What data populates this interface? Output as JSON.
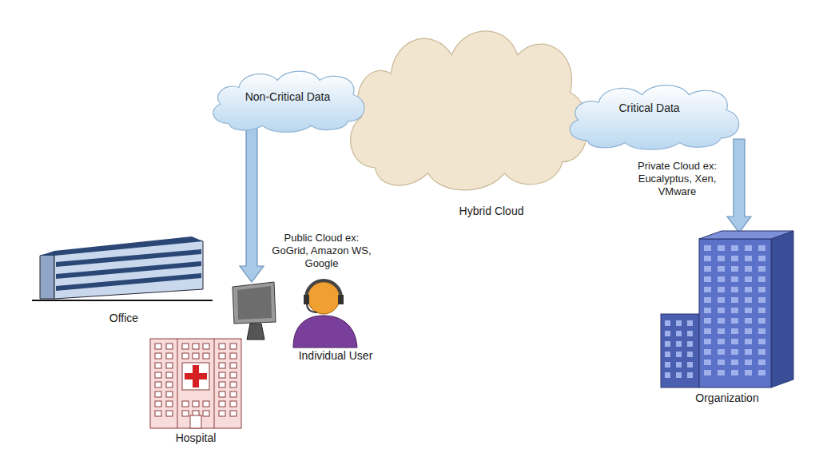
{
  "diagram": {
    "nodes": [
      {
        "text": [
          "Non-Critical Data"
        ]
      },
      {
        "text": [
          "Hybrid Cloud"
        ]
      },
      {
        "text": [
          "Critical Data"
        ]
      },
      {
        "text": [
          "Individual User"
        ]
      },
      {
        "text": [
          "Office"
        ]
      },
      {
        "text": [
          "Hospital"
        ]
      },
      {
        "text": [
          "Organization"
        ]
      }
    ],
    "edges": [
      {
        "from": 0,
        "to": 3,
        "arrow": "to"
      },
      {
        "from": 2,
        "to": 6,
        "arrow": "to"
      }
    ],
    "labels": [
      "Public Cloud ex: GoGrid, Amazon WS, Google",
      "Private Cloud ex: Eucalyptus, Xen, VMware"
    ]
  }
}
